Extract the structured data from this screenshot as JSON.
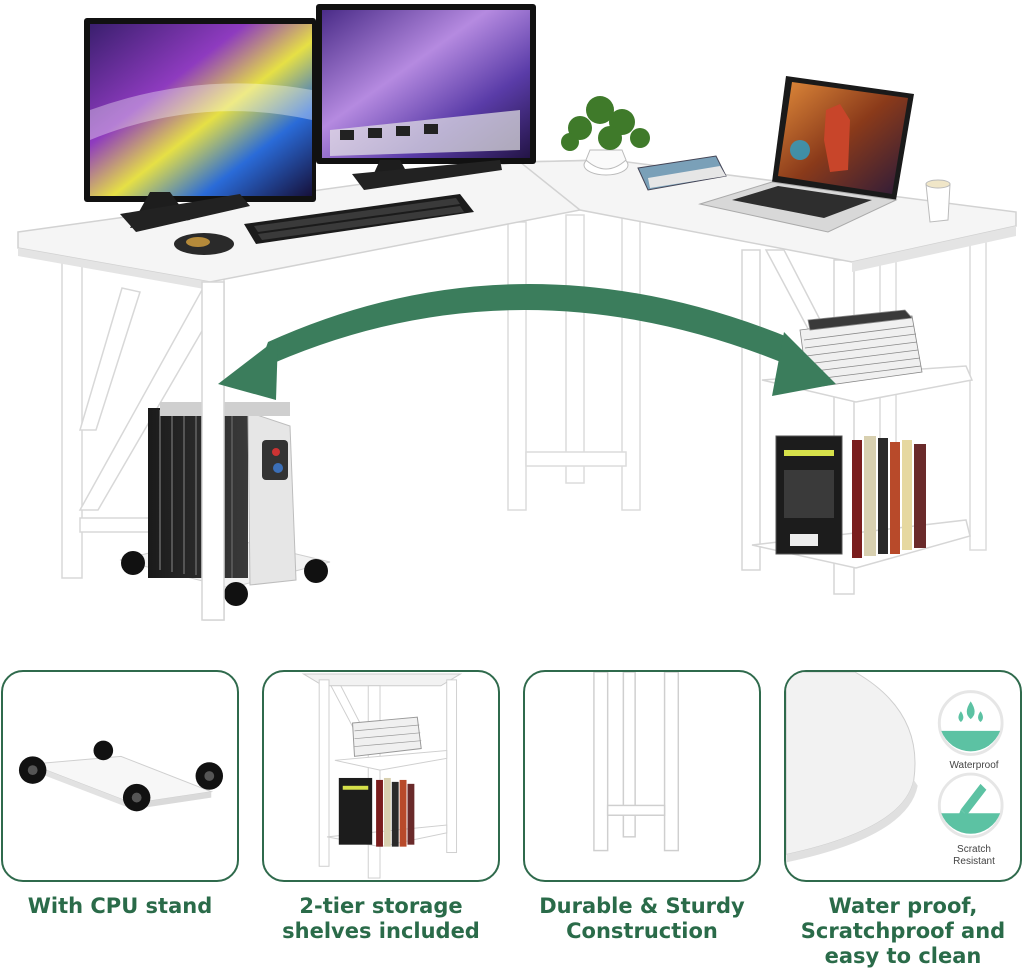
{
  "colors": {
    "accent": "#2f6a4c",
    "arrow": "#3b7d5c",
    "desk": "#f4f4f4",
    "badge": "#5cc2a3"
  },
  "icons": {
    "arrow": "double-arrow-icon",
    "waterproof": "water-drops-icon",
    "scratch": "pencil-icon"
  },
  "features": [
    {
      "lines": [
        "With CPU stand"
      ]
    },
    {
      "lines": [
        "2-tier storage",
        "shelves included"
      ]
    },
    {
      "lines": [
        "Durable & Sturdy",
        "Construction"
      ]
    },
    {
      "lines": [
        "Water proof,",
        "Scratchproof and",
        "easy to clean"
      ]
    }
  ],
  "badges": {
    "waterproof": "Waterproof",
    "scratch_line1": "Scratch",
    "scratch_line2": "Resistant"
  }
}
